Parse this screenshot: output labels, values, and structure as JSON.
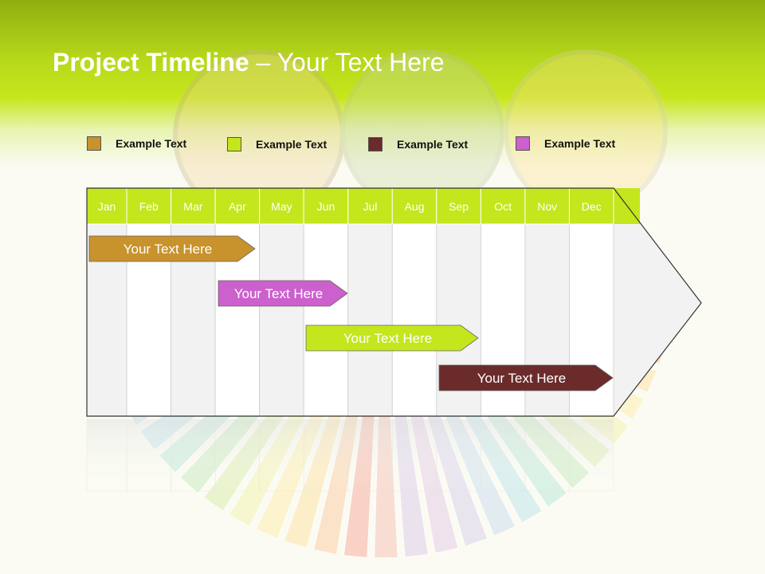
{
  "title": {
    "bold": "Project Timeline",
    "rest": " – Your Text Here"
  },
  "legend": [
    {
      "label": "Example Text",
      "color": "#c8922c"
    },
    {
      "label": "Example Text",
      "color": "#c3e61d"
    },
    {
      "label": "Example Text",
      "color": "#6b2b2b"
    },
    {
      "label": "Example Text",
      "color": "#cc60cc"
    }
  ],
  "months": [
    "Jan",
    "Feb",
    "Mar",
    "Apr",
    "May",
    "Jun",
    "Jul",
    "Aug",
    "Sep",
    "Oct",
    "Nov",
    "Dec"
  ],
  "tasks": [
    {
      "label": "Your  Text Here",
      "start": "Jan",
      "end": "Apr",
      "color": "#c8922c"
    },
    {
      "label": "Your  Text Here",
      "start": "Apr",
      "end": "Jun",
      "color": "#cc60cc"
    },
    {
      "label": "Your  Text Here",
      "start": "Jun",
      "end": "Sep",
      "color": "#c3e61d"
    },
    {
      "label": "Your  Text Here",
      "start": "Sep",
      "end": "Dec",
      "color": "#6b2b2b"
    }
  ],
  "colors": {
    "header_green": "#c3e61d",
    "month_bar": "#c3e61d"
  }
}
